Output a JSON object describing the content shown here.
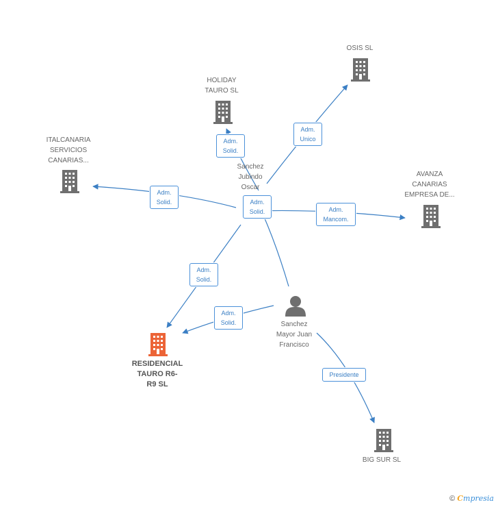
{
  "colors": {
    "edge": "#3b7fc4",
    "company_icon": "#6f6f6f",
    "main_company_icon": "#ec6437",
    "person_icon": "#6f6f6f"
  },
  "nodes": {
    "osis": {
      "label": "OSIS SL",
      "icon": "building-icon"
    },
    "holiday": {
      "label": "HOLIDAY\nTAURO  SL",
      "icon": "building-icon"
    },
    "italcanaria": {
      "label": "ITALCANARIA\nSERVICIOS\nCANARIAS...",
      "icon": "building-icon"
    },
    "avanza": {
      "label": "AVANZA\nCANARIAS\nEMPRESA DE...",
      "icon": "building-icon"
    },
    "residencial": {
      "label": "RESIDENCIAL\nTAURO R6-\nR9 SL",
      "icon": "building-icon"
    },
    "bigsur": {
      "label": "BIG SUR SL",
      "icon": "building-icon"
    },
    "oscar": {
      "label": "Sanchez\nJubindo\nOscar",
      "icon": "person-icon"
    },
    "juan": {
      "label": "Sanchez\nMayor Juan\nFrancisco",
      "icon": "person-icon"
    }
  },
  "edges": {
    "oscar_osis": "Adm.\nUnico",
    "oscar_holiday": "Adm.\nSolid.",
    "oscar_italcanaria": "Adm.\nSolid.",
    "oscar_avanza": "Adm.\nMancom.",
    "oscar_self": "Adm.\nSolid.",
    "oscar_residencial": "Adm.\nSolid.",
    "juan_residencial": "Adm.\nSolid.",
    "juan_bigsur": "Presidente"
  },
  "footer": {
    "copyright": "©",
    "brand_first": "C",
    "brand_rest": "mpresia"
  }
}
